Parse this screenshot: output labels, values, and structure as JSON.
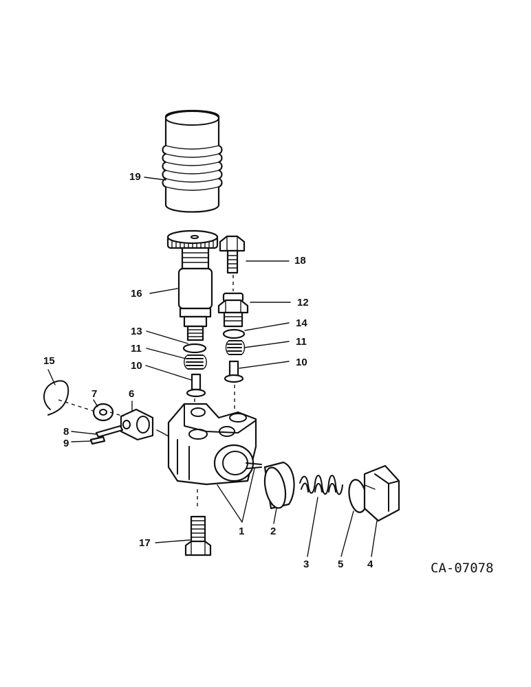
{
  "drawing_id": "CA-07078",
  "callouts": {
    "c1": "1",
    "c2": "2",
    "c3": "3",
    "c4": "4",
    "c5": "5",
    "c6": "6",
    "c7": "7",
    "c8": "8",
    "c9": "9",
    "c10a": "10",
    "c10b": "10",
    "c11a": "11",
    "c11b": "11",
    "c12": "12",
    "c13": "13",
    "c14": "14",
    "c15": "15",
    "c16": "16",
    "c17": "17",
    "c18": "18",
    "c19": "19"
  }
}
